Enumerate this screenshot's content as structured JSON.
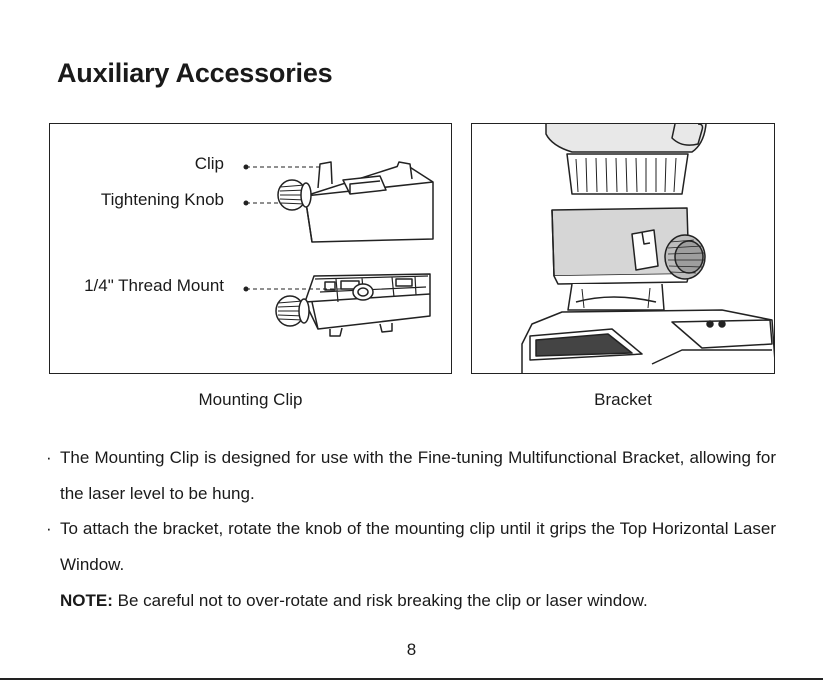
{
  "heading": "Auxiliary Accessories",
  "figures": {
    "left_caption": "Mounting Clip",
    "right_caption": "Bracket",
    "callouts": {
      "clip": "Clip",
      "knob": "Tightening Knob",
      "thread": "1/4\" Thread Mount"
    }
  },
  "bullets": [
    {
      "marker": "·",
      "text": "The Mounting Clip is designed for use with the Fine-tuning Multifunctional Bracket, allowing for the laser level to be hung."
    },
    {
      "marker": "·",
      "text": "To attach the bracket, rotate the knob of the mounting clip until it grips the Top Horizontal Laser Window."
    }
  ],
  "note": {
    "label": "NOTE:",
    "text": " Be careful not to over-rotate and risk breaking the clip or laser window."
  },
  "page_number": "8"
}
